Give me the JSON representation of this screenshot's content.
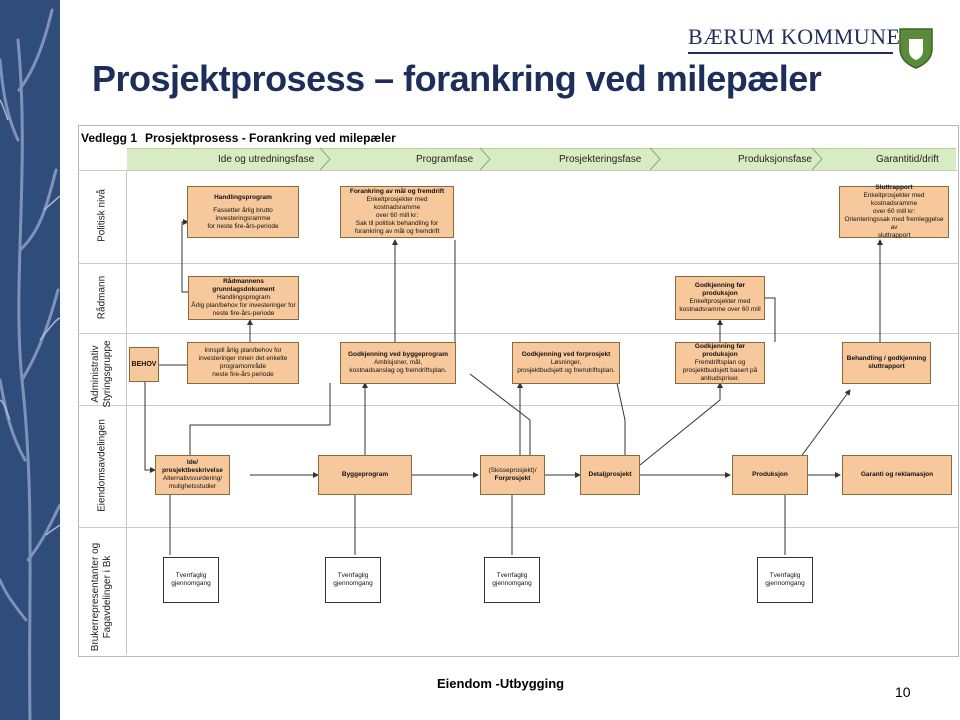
{
  "header": {
    "logo_text": "BÆRUM KOMMUNE",
    "title": "Prosjektprosess – forankring ved milepæler"
  },
  "diagram": {
    "appendix": "Vedlegg 1",
    "heading": "Prosjektprosess - Forankring ved milepæler",
    "phases": [
      "Ide og utredningsfase",
      "Programfase",
      "Prosjekteringsfase",
      "Produksjonsfase",
      "Garantitid/drift"
    ],
    "lanes": [
      "Politisk nivå",
      "Rådmann",
      "Administrativ Styringsgruppe",
      "Eiendomsavdelingen",
      "Brukerrepresentanter og Fagavdelinger i Bk"
    ],
    "politisk": [
      {
        "title": "Handlingsprogram",
        "lines": [
          "Fassetter årlig brutto",
          "investeringsramme",
          "for neste fire-års-periode"
        ]
      },
      {
        "title": "Forankring av mål og fremdrift",
        "lines": [
          "Enkeltprosjekter med kostnadsramme",
          "over 60 mill kr:",
          "Sak til politisk behandling for",
          "forankring av mål og fremdrift"
        ]
      },
      {
        "title": "Sluttrapport",
        "lines": [
          "Enkeltprosjekter med kostnadsramme",
          "over 60 mill kr:",
          "Orienteringssak med fremleggelse av",
          "sluttrapport"
        ]
      }
    ],
    "radmann": [
      {
        "title": "Rådmannens grunnlagsdokument",
        "lines": [
          "Handlingsprogram",
          "Årlig plan/behov for investeringer for",
          "neste fire-års-periode"
        ]
      },
      {
        "title": "Godkjenning før produksjon",
        "lines": [
          "Enkeltprosjekter med",
          "kostnadsramme over 60 mill"
        ]
      }
    ],
    "admin": [
      {
        "title": "BEHOV",
        "lines": []
      },
      {
        "title": "",
        "lines": [
          "Innspill årlig plan/behov for",
          "investeringer innen det enkelte",
          "programområde",
          "neste fire-års periode"
        ]
      },
      {
        "title": "Godkjenning ved byggeprogram",
        "lines": [
          "Ambisjoner, mål,",
          "kostnadsanslag og fremdriftsplan."
        ]
      },
      {
        "title": "Godkjenning ved forprosjekt",
        "lines": [
          "Løsninger,",
          "prosjektbudsjett og fremdriftsplan."
        ]
      },
      {
        "title": "Godkjenning før produksjon",
        "lines": [
          "Fremdriftsplan og",
          "prosjektbudsjett basert på",
          "anbudspriser."
        ]
      },
      {
        "title": "Behandling / godkjenning",
        "lines": [
          "sluttrapport"
        ]
      }
    ],
    "eiendom": [
      {
        "title": "Ide/",
        "lines": [
          "prosjektbeskrivelse",
          "Alternativsvurdering/",
          "mulighetsstudier"
        ],
        "title2": "prosjektbeskrivelse"
      },
      {
        "title": "Byggeprogram",
        "lines": []
      },
      {
        "title": "(Skisseprosjekt)/",
        "lines": [
          "Forprosjekt"
        ]
      },
      {
        "title": "Detaljprosjekt",
        "lines": []
      },
      {
        "title": "Produksjon",
        "lines": []
      },
      {
        "title": "Garanti og reklamasjon",
        "lines": []
      }
    ],
    "bruker": [
      "Tverrfaglig gjennomgang",
      "Tverrfaglig gjennomgang",
      "Tverrfaglig gjennomgang",
      "Tverrfaglig gjennomgang"
    ]
  },
  "footer": {
    "text": "Eiendom -Utbygging",
    "page": "10"
  }
}
